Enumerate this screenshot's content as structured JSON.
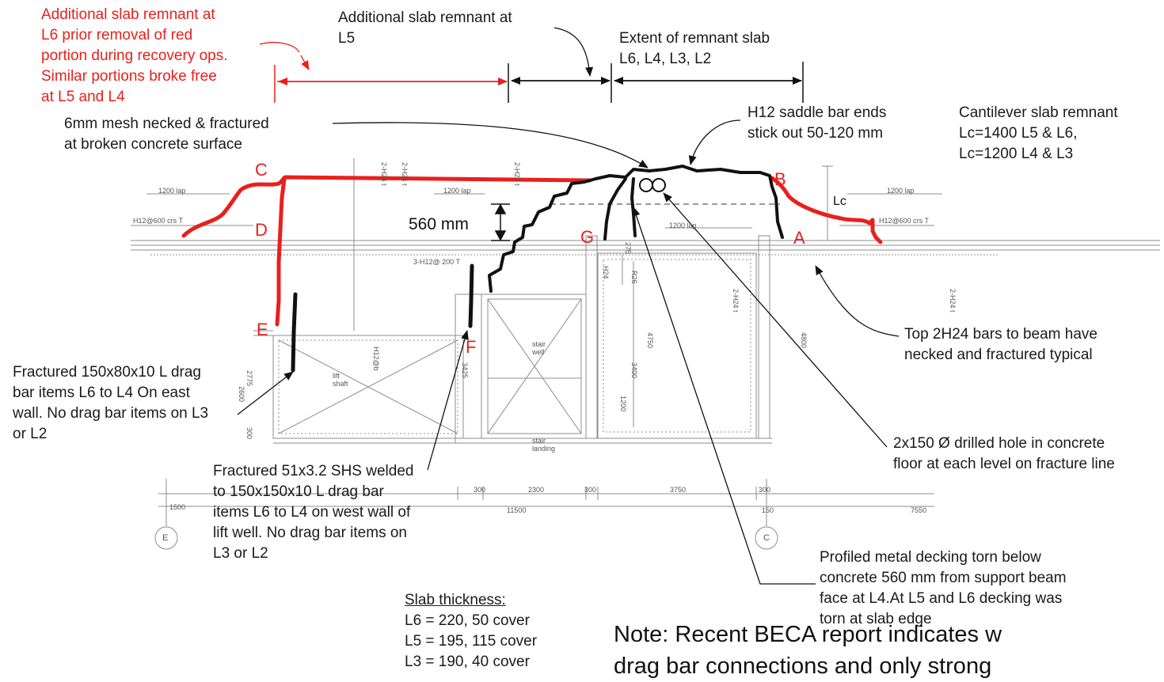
{
  "annotations": {
    "remnant_l6": "Additional slab remnant at\nL6 prior removal of red\nportion during recovery ops.\nSimilar portions broke free\nat L5 and L4",
    "remnant_l5": "Additional slab remnant at\nL5",
    "extent_remnant": "Extent of remnant slab\nL6, L4, L3, L2",
    "mesh": "6mm mesh necked & fractured\nat broken concrete surface",
    "saddle_bar": "H12 saddle bar ends\nstick out 50-120 mm",
    "cantilever": "Cantilever slab remnant\nLc=1400 L5 & L6,\nLc=1200 L4 & L3",
    "top_bars": "Top 2H24 bars to beam have\nnecked and fractured typical",
    "drag_bar_l": "Fractured 150x80x10 L drag\nbar items L6 to L4 On east\nwall. No drag bar items on L3\nor L2",
    "drilled_hole": "2x150 Ø drilled hole in concrete\nfloor at each level on fracture line",
    "shs": "Fractured 51x3.2 SHS welded\nto 150x150x10 L drag bar\nitems L6 to L4 on west wall of\nlift well. No drag bar items on\nL3 or L2",
    "decking": "Profiled metal decking torn below\nconcrete 560 mm from support beam\nface at L4.At L5 and L6 decking was\ntorn at slab edge",
    "slab_thickness_title": "Slab thickness:",
    "slab_thickness_values": "L6 = 220, 50 cover\nL5 = 195, 115 cover\nL3 = 190, 40 cover",
    "note": "Note: Recent BECA report indicates w\ndrag bar connections and only strong",
    "dim_560": "560 mm"
  },
  "point_letters": {
    "A": "A",
    "B": "B",
    "C": "C",
    "D": "D",
    "E": "E",
    "F": "F",
    "G": "G"
  },
  "drawing_labels": {
    "lap_1": "1200 lap",
    "lap_2": "1200 lap",
    "lap_3": "1200 lap",
    "lap_4": "1200 lap",
    "bar_left": "H12@600 crs T",
    "bar_right": "H12@600 crs T",
    "bars_mid": "3-H12@ 200 T",
    "dim_300a": "300",
    "dim_2300": "2300",
    "dim_300b": "300",
    "dim_3750": "3750",
    "dim_300c": "300",
    "dim_1500": "1500",
    "dim_11500": "11500",
    "dim_150": "150",
    "dim_7550": "7550",
    "lift_shaft": "lift\nshaft",
    "stair_well": "stair\nwell",
    "stair_landing": "stair\nlanding",
    "v_2h24_a": "2-H24 t",
    "v_2h24_b": "2-H24 t",
    "v_2h24_c": "2-H24 t",
    "v_2h24_d": "2-H24 t",
    "v_2h24_e": "2-H24 t",
    "v_h24": "H24",
    "v_r26": "R26",
    "v_4750": "4750",
    "v_3400": "3400",
    "v_1200": "1200",
    "v_4800": "4800",
    "v_3425": "3425",
    "v_2775": "2775",
    "v_2600": "2600",
    "v_300": "300",
    "v_275": "275",
    "v_h12": "H12@b",
    "grid_e": "E",
    "grid_c": "C",
    "lc_label": "Lc"
  },
  "colors": {
    "red": "#e8201c",
    "black": "#111111",
    "grey": "#9a9a9a"
  }
}
